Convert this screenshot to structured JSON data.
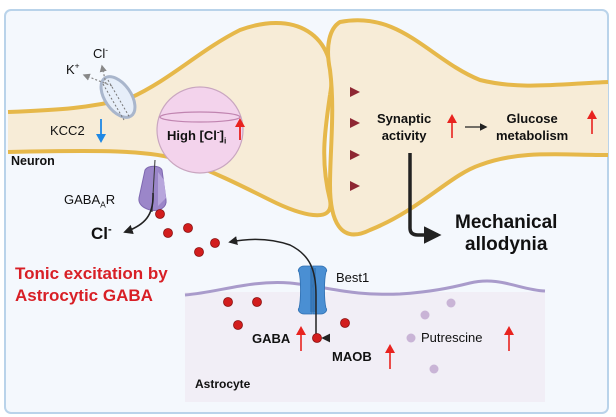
{
  "colors": {
    "frame_border": "#b9d3ea",
    "frame_fill": "#f4f8fd",
    "neuron_fill": "#f7ecd7",
    "neuron_membrane": "#e6b84a",
    "vesicle_fill": "#f3d3ec",
    "vesicle_stroke": "#c9a6c0",
    "gaba_dot": "#d21d1d",
    "putrescine_dot": "#c9b4d6",
    "astrocyte_fill": "#f1eef6",
    "astrocyte_membrane": "#a99bcb",
    "gabaar_channel": "#9b86c9",
    "best1_channel": "#4a8fd3",
    "up_arrow": "#e8231f",
    "down_arrow": "#1e88e5",
    "signal_arrow": "#8e2733",
    "title_red": "#d81f26"
  },
  "labels": {
    "cl_ion": "Cl",
    "cl_ion_sup": "-",
    "k_ion": "K",
    "k_ion_sup": "+",
    "kcc2": "KCC2",
    "neuron": "Neuron",
    "high_cl_prefix": "High [Cl",
    "high_cl_sup": "-",
    "high_cl_suffix": "]",
    "high_cl_sub": "i",
    "synaptic_line1": "Synaptic",
    "synaptic_line2": "activity",
    "glucose_line1": "Glucose",
    "glucose_line2": "metabolism",
    "mechanical_line1": "Mechanical",
    "mechanical_line2": "allodynia",
    "gabaar_main": "GABA",
    "gabaar_sub": "A",
    "gabaar_suffix": "R",
    "cl_out": "Cl",
    "cl_out_sup": "-",
    "tonic_line1": "Tonic excitation by",
    "tonic_line2": "Astrocytic GABA",
    "best1": "Best1",
    "gaba": "GABA",
    "maob": "MAOB",
    "putrescine": "Putrescine",
    "astrocyte": "Astrocyte"
  },
  "indicators": {
    "kcc2": "down",
    "high_cl": "up",
    "synaptic_activity": "up",
    "glucose_metabolism": "up",
    "gaba": "up",
    "maob": "up",
    "putrescine": "up"
  }
}
